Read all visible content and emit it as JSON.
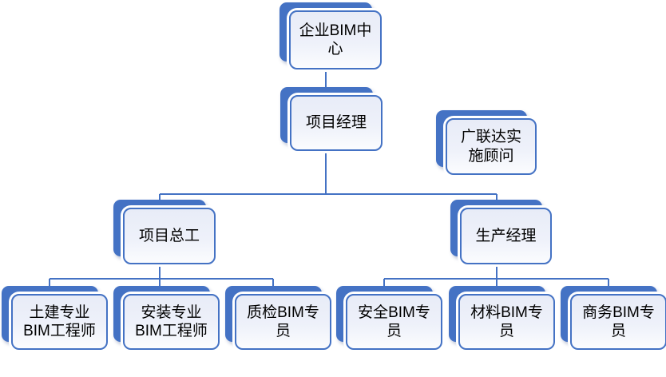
{
  "diagram": {
    "type": "org-chart",
    "background": "#FFFFFF",
    "accent_color": "#4472C4",
    "connector_color": "#4472C4",
    "node_back_fill": "#4472C4",
    "node_front_fill_top": "#E8ECF7",
    "node_front_fill_bottom": "#FBFCFE",
    "node_border_color": "#4472C4",
    "text_color": "#000000",
    "nodes": [
      {
        "id": "enterprise-bim-center",
        "label": "企业BIM中\n心"
      },
      {
        "id": "project-manager",
        "label": "项目经理"
      },
      {
        "id": "glodon-consultant",
        "label": "广联达实\n施顾问"
      },
      {
        "id": "chief-engineer",
        "label": "项目总工"
      },
      {
        "id": "production-manager",
        "label": "生产经理"
      },
      {
        "id": "civil-bim-engineer",
        "label": "土建专业\nBIM工程师"
      },
      {
        "id": "installation-bim-engineer",
        "label": "安装专业\nBIM工程师"
      },
      {
        "id": "quality-bim-specialist",
        "label": "质检BIM专\n员"
      },
      {
        "id": "safety-bim-specialist",
        "label": "安全BIM专\n员"
      },
      {
        "id": "material-bim-specialist",
        "label": "材料BIM专\n员"
      },
      {
        "id": "commerce-bim-specialist",
        "label": "商务BIM专\n员"
      }
    ],
    "edges": [
      [
        "enterprise-bim-center",
        "project-manager"
      ],
      [
        "project-manager",
        "chief-engineer"
      ],
      [
        "project-manager",
        "production-manager"
      ],
      [
        "chief-engineer",
        "civil-bim-engineer"
      ],
      [
        "chief-engineer",
        "installation-bim-engineer"
      ],
      [
        "chief-engineer",
        "quality-bim-specialist"
      ],
      [
        "production-manager",
        "safety-bim-specialist"
      ],
      [
        "production-manager",
        "material-bim-specialist"
      ],
      [
        "production-manager",
        "commerce-bim-specialist"
      ]
    ]
  }
}
